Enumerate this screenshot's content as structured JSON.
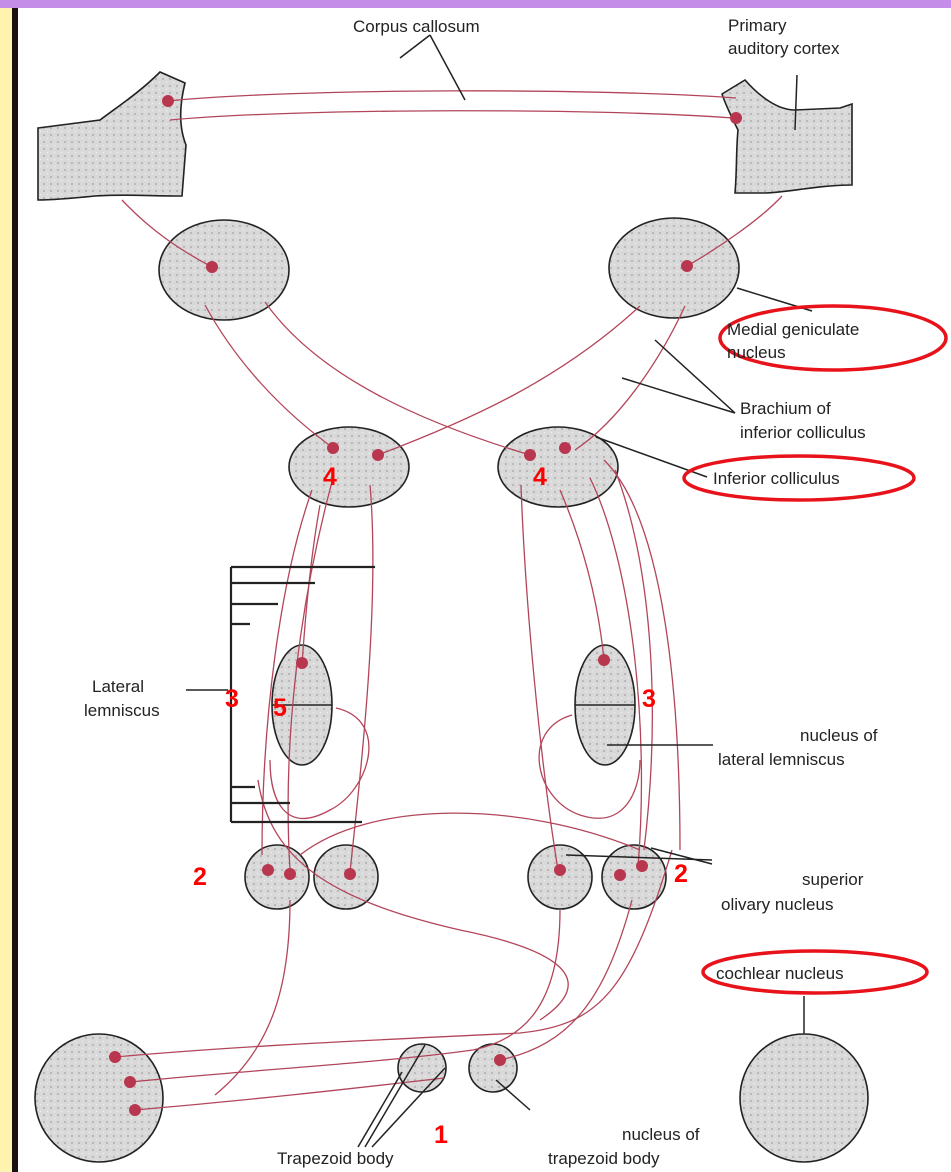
{
  "colors": {
    "pathway": "#b3455a",
    "cell_body": "#b8374f",
    "highlight": "#e8121a",
    "number": "#ff0000",
    "nucleus_fill": "#d9d9d9",
    "top_bar": "#c48ee8",
    "left_strip": "#fff3b0"
  },
  "labels": {
    "corpus_callosum": "Corpus callosum",
    "primary_auditory_cortex_1": "Primary",
    "primary_auditory_cortex_2": "auditory cortex",
    "medial_geniculate_1": "Medial geniculate",
    "medial_geniculate_2": "nucleus",
    "brachium_1": "Brachium of",
    "brachium_2": "inferior colliculus",
    "inferior_colliculus": "Inferior colliculus",
    "lateral_lemniscus_1": "Lateral",
    "lateral_lemniscus_2": "lemniscus",
    "nucleus_lateral_lemniscus_1": "nucleus of",
    "nucleus_lateral_lemniscus_2": "lateral lemniscus",
    "superior_olivary_1": "superior",
    "superior_olivary_2": "olivary nucleus",
    "cochlear_nucleus": "cochlear nucleus",
    "trapezoid_body": "Trapezoid body",
    "nucleus_trapezoid_1": "nucleus of",
    "nucleus_trapezoid_2": "trapezoid body"
  },
  "numbers": {
    "ic_left": "4",
    "ic_right": "4",
    "ll_left": "3",
    "ll_right": "3",
    "nll_left": "5",
    "son_left": "2",
    "son_right": "2",
    "trapezoid": "1"
  },
  "highlighted": [
    "Medial geniculate nucleus",
    "Inferior colliculus",
    "cochlear nucleus"
  ]
}
